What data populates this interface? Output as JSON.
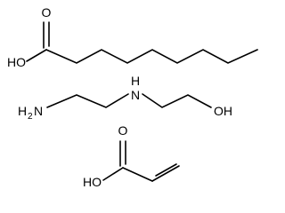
{
  "molecules": [
    {
      "atoms": {
        "carbonyl_o": "O",
        "hydroxyl": "HO"
      }
    },
    {
      "atoms": {
        "amine": "H2N",
        "amine_h": "H",
        "amine_n": "2",
        "amine_nn": "N",
        "nh": "H",
        "nh_n": "N",
        "hydroxyl": "OH"
      }
    },
    {
      "atoms": {
        "carbonyl_o": "O",
        "hydroxyl": "HO"
      }
    }
  ]
}
